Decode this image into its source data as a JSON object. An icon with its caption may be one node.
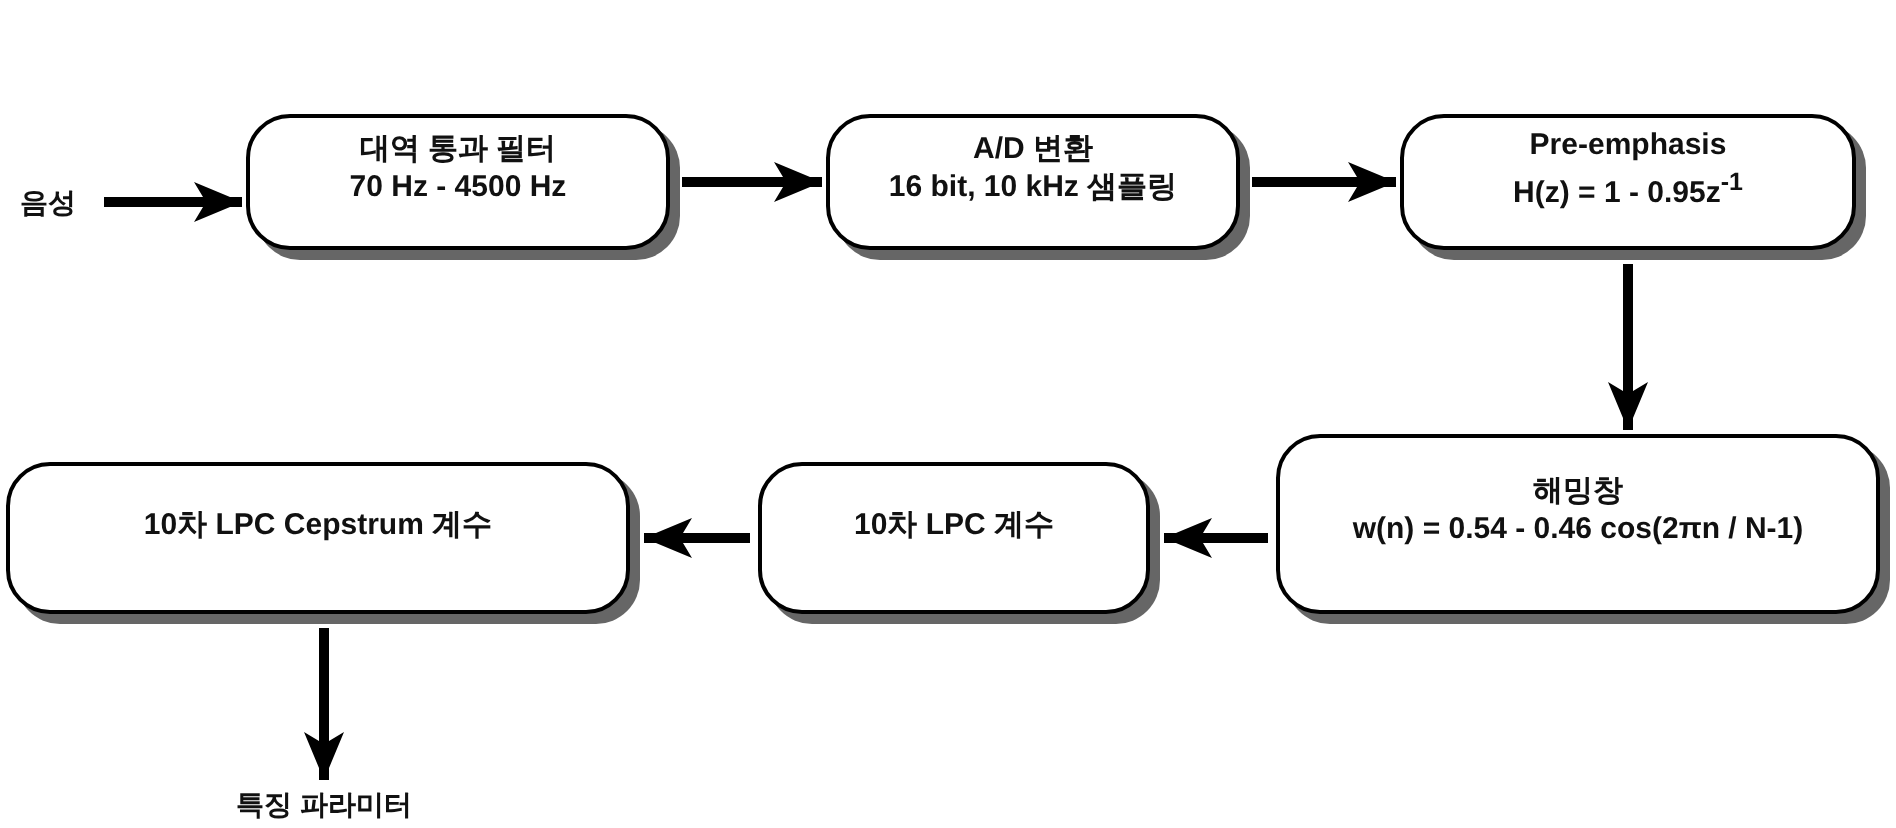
{
  "diagram": {
    "nodes": [
      {
        "text": [
          "음성"
        ]
      },
      {
        "text": [
          "대역 통과 필터",
          "70 Hz - 4500 Hz"
        ]
      },
      {
        "text": [
          "A/D 변환",
          "16 bit, 10 kHz 샘플링"
        ]
      },
      {
        "text": [
          "Pre-emphasis",
          "H(z) = 1 - 0.95z$^{-1}$"
        ]
      },
      {
        "text": [
          "해밍창",
          "w(n) = 0.54 - 0.46 cos(2πn / N-1)"
        ]
      },
      {
        "text": [
          "10차 LPC 계수"
        ]
      },
      {
        "text": [
          "10차 LPC Cepstrum 계수"
        ]
      },
      {
        "text": [
          "특징 파라미터"
        ]
      }
    ],
    "edges": [
      {
        "from": 0,
        "to": 1,
        "arrow": "to"
      },
      {
        "from": 1,
        "to": 2,
        "arrow": "to"
      },
      {
        "from": 2,
        "to": 3,
        "arrow": "to"
      },
      {
        "from": 3,
        "to": 4,
        "arrow": "to"
      },
      {
        "from": 4,
        "to": 5,
        "arrow": "to"
      },
      {
        "from": 5,
        "to": 6,
        "arrow": "to"
      },
      {
        "from": 6,
        "to": 7,
        "arrow": "to"
      }
    ]
  }
}
